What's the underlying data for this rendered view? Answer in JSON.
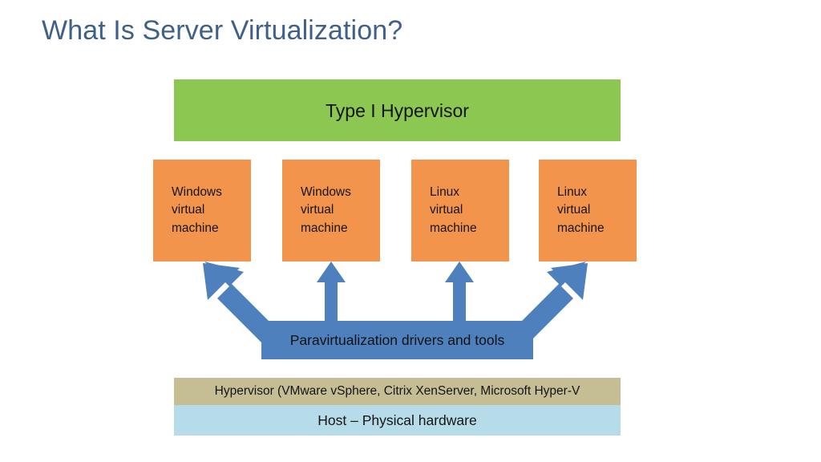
{
  "slide": {
    "title": "What Is Server Virtualization?",
    "title_color": "#3f6087",
    "background_color": "#ffffff"
  },
  "diagram": {
    "type": "layered-architecture",
    "hypervisor_top": {
      "label": "Type I Hypervisor",
      "color": "#8cc751"
    },
    "virtual_machines": [
      {
        "label": "Windows\nvirtual\nmachine",
        "os": "Windows",
        "color": "#f2944c"
      },
      {
        "label": "Windows\nvirtual\nmachine",
        "os": "Windows",
        "color": "#f2944c"
      },
      {
        "label": "Linux\nvirtual\nmachine",
        "os": "Linux",
        "color": "#f2944c"
      },
      {
        "label": "Linux\nvirtual\nmachine",
        "os": "Linux",
        "color": "#f2944c"
      }
    ],
    "paravirtualization": {
      "label": "Paravirtualization drivers and tools",
      "color": "#4e80bd",
      "arrow_count": 4,
      "arrow_direction": "up"
    },
    "hypervisor_vendors": {
      "label": "Hypervisor (VMware vSphere, Citrix XenServer, Microsoft Hyper-V",
      "color": "#c5bd93"
    },
    "host_hardware": {
      "label": "Host – Physical hardware",
      "color": "#b6dcea"
    }
  }
}
